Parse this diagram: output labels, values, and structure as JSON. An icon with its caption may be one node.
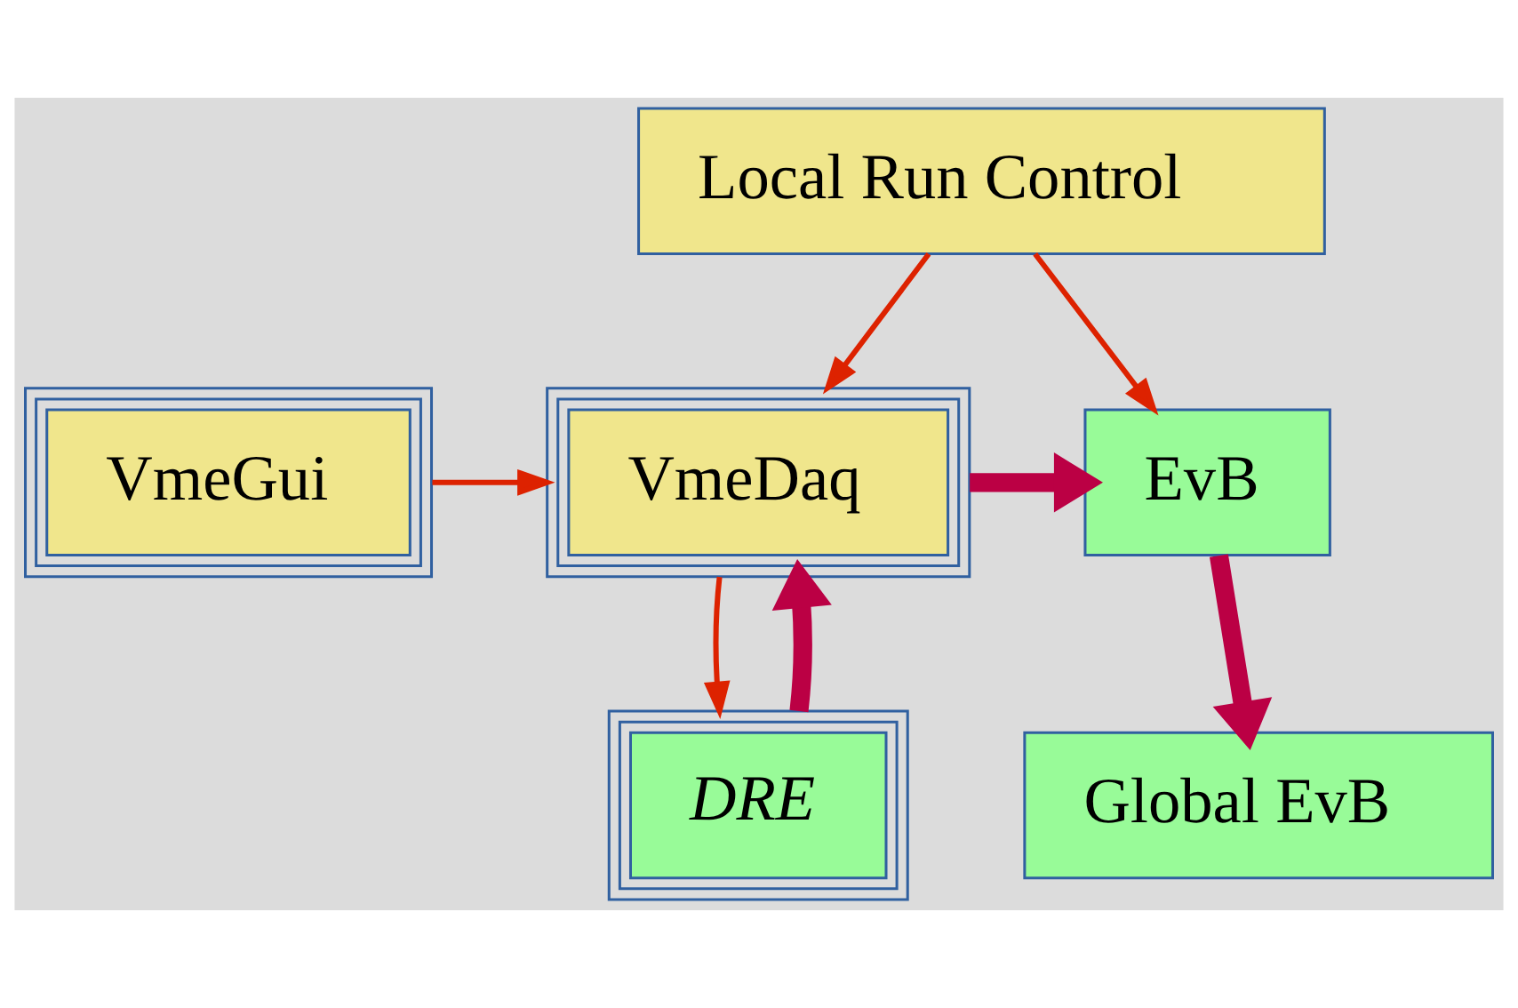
{
  "diagram": {
    "nodes": [
      {
        "text": [
          "Local Run Control"
        ]
      },
      {
        "text": [
          "VmeGui"
        ]
      },
      {
        "text": [
          "VmeDaq"
        ]
      },
      {
        "text": [
          "EvB"
        ]
      },
      {
        "text": [
          "DRE"
        ]
      },
      {
        "text": [
          "Global EvB"
        ]
      }
    ],
    "edges": [
      {
        "from": 0,
        "to": 2,
        "arrow": "to"
      },
      {
        "from": 0,
        "to": 3,
        "arrow": "to"
      },
      {
        "from": 1,
        "to": 2,
        "arrow": "to"
      },
      {
        "from": 2,
        "to": 3,
        "arrow": "to",
        "style": "thick",
        "color": "#bb0044"
      },
      {
        "from": 2,
        "to": 4,
        "arrow": "to"
      },
      {
        "from": 4,
        "to": 2,
        "arrow": "to",
        "style": "thick",
        "color": "#bb0044"
      },
      {
        "from": 3,
        "to": 5,
        "arrow": "to",
        "style": "thick",
        "color": "#bb0044"
      }
    ]
  }
}
